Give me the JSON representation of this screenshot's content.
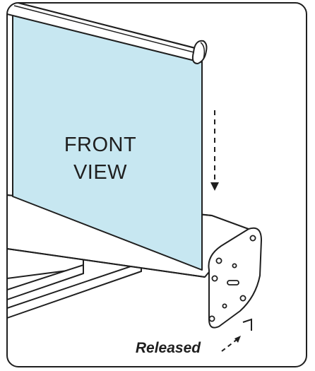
{
  "diagram": {
    "screen_label_line1": "FRONT",
    "screen_label_line2": "VIEW",
    "release_label": "Released",
    "colors": {
      "screen_fill": "#c7e7f1",
      "outline": "#1f1f1f",
      "background": "#ffffff",
      "base_plate": "#ffffff"
    },
    "icons": [
      "down-arrow-icon",
      "release-arrow-icon"
    ]
  }
}
